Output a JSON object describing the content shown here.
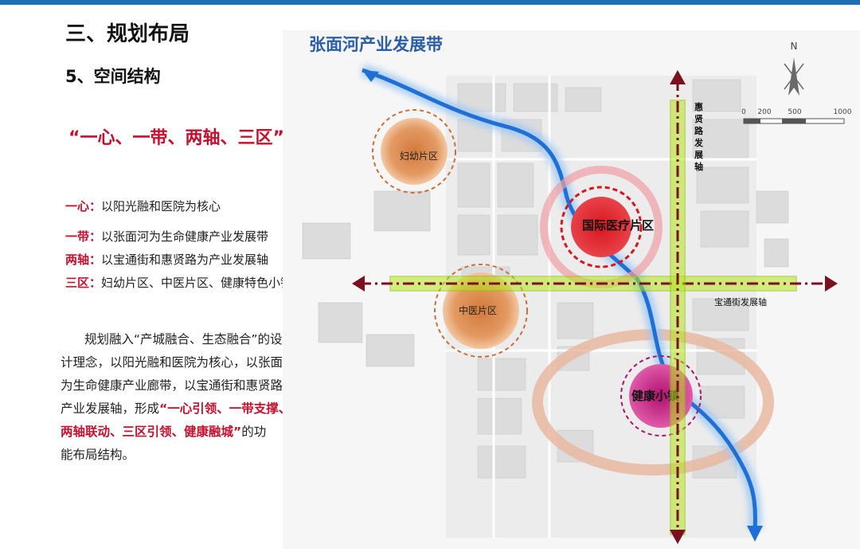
{
  "header": {
    "section_title": "三、规划布局",
    "subsection_title": "5、空间结构"
  },
  "slogan": "“一心、一带、两轴、三区”",
  "definitions": [
    {
      "key": "一心：",
      "text": "以阳光融和医院为核心"
    },
    {
      "key": "一带：",
      "text": "以张面河为生命健康产业发展带"
    },
    {
      "key": "两轴：",
      "text": "以宝通街和惠贤路为产业发展轴"
    },
    {
      "key": "三区：",
      "text": "妇幼片区、中医片区、健康特色小镇"
    }
  ],
  "paragraph": {
    "line1": "规划融入“产城融合、生态融合”的设",
    "line2": "计理念，以阳光融和医院为核心，以张面河",
    "line3": "为生命健康产业廊带，以宝通街和惠贤路为",
    "line4_prefix": "产业发展轴，形成",
    "line4_red": "“一心引领、一带支撑、",
    "line5_red": "两轴联动、三区引领、健康融城”",
    "line5_suffix": "的功",
    "line6": "能布局结构。"
  },
  "map": {
    "river_label": "张面河产业发展带",
    "vertical_axis_label": "惠贤路发展轴",
    "horizontal_axis_label": "宝通街发展轴",
    "zones": {
      "maternal": "妇幼片区",
      "tcm": "中医片区",
      "medical": "国际医疗片区",
      "town": "健康小镇"
    },
    "north": "N",
    "scale_labels": [
      "0",
      "200",
      "500",
      "1000"
    ]
  },
  "colors": {
    "accent_red": "#c8102e",
    "title_blue": "#2a5ea8",
    "axis_green": "#b5e61d",
    "axis_dark_red": "#7a1020",
    "river_blue": "#1f6fd6",
    "zone_orange": "#d9834a",
    "zone_magenta": "#c0157d"
  }
}
